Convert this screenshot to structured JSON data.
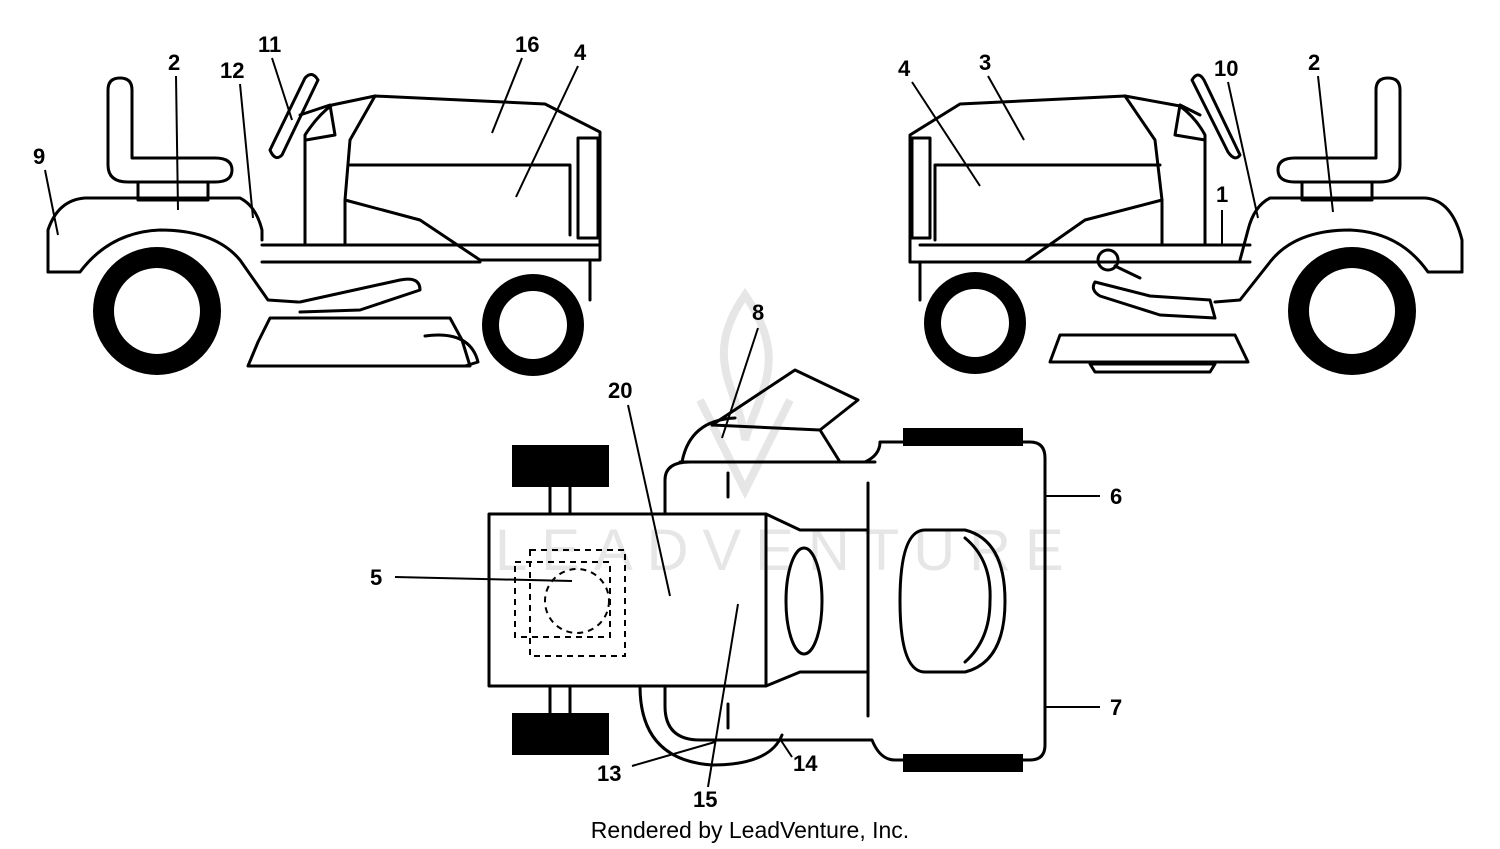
{
  "watermark": "LEADVENTURE",
  "footer": "Rendered by LeadVenture, Inc.",
  "left_view_labels": [
    "9",
    "2",
    "12",
    "11",
    "16",
    "4"
  ],
  "right_view_labels": [
    "4",
    "3",
    "10",
    "2",
    "1"
  ],
  "top_view_labels": [
    "8",
    "20",
    "6",
    "5",
    "7",
    "13",
    "14",
    "15"
  ]
}
